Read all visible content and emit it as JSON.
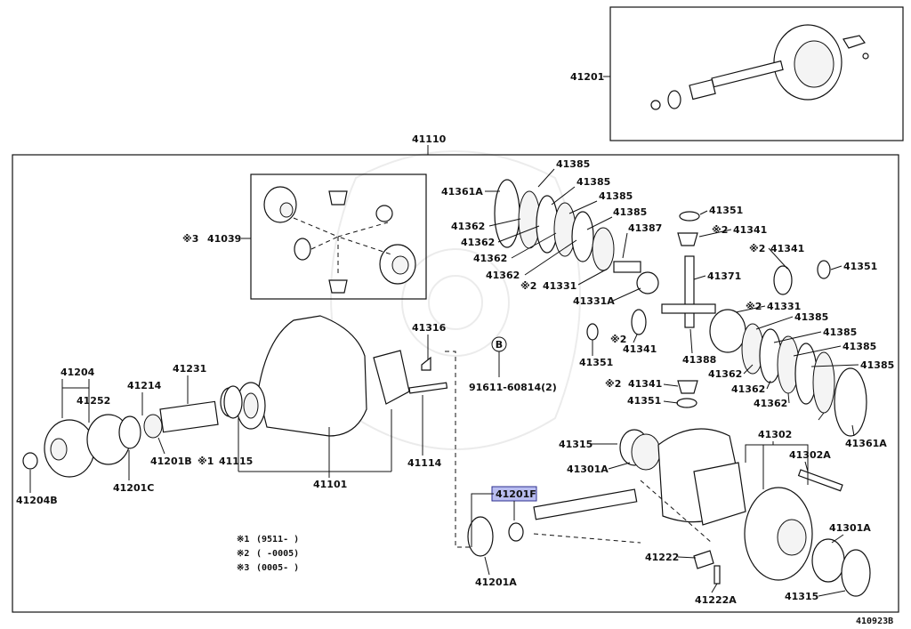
{
  "diagram_id": "410923B",
  "assembly": "41110",
  "highlighted_part": "41201F",
  "labels": {
    "p41201_top": "41201",
    "p41110": "41110",
    "p41039": "41039",
    "p41039_mark": "※3",
    "p41385_a": "41385",
    "p41385_b": "41385",
    "p41385_c": "41385",
    "p41385_d": "41385",
    "p41361A_a": "41361A",
    "p41362_a": "41362",
    "p41362_b": "41362",
    "p41362_c": "41362",
    "p41362_d": "41362",
    "p41387": "41387",
    "p41331_a": "41331",
    "p41331_a_mark": "※2",
    "p41331A": "41331A",
    "p41351_a": "41351",
    "p41341_a": "41341",
    "p41341_a_mark": "※2",
    "p41341_b": "41341",
    "p41341_b_mark": "※2",
    "p41351_b": "41351",
    "p41371": "41371",
    "p41331_b": "41331",
    "p41331_b_mark": "※2",
    "p41385_e": "41385",
    "p41385_f": "41385",
    "p41385_g": "41385",
    "p41385_h": "41385",
    "p41316": "41316",
    "p41351_c": "41351",
    "p41341_c": "41341",
    "p41341_c_mark": "※2",
    "p41388": "41388",
    "p41362_e": "41362",
    "p41362_f": "41362",
    "p41362_g": "41362",
    "p41341_d": "41341",
    "p41341_d_mark": "※2",
    "p41351_d": "41351",
    "p41361A_b": "41361A",
    "bolt_ref_letter": "B",
    "bolt_ref": "91611-60814(2)",
    "p41204": "41204",
    "p41252": "41252",
    "p41214": "41214",
    "p41231": "41231",
    "p41204B": "41204B",
    "p41201C": "41201C",
    "p41201B": "41201B",
    "p41115": "41115",
    "p41115_mark": "※1",
    "p41101": "41101",
    "p41114": "41114",
    "p41315_a": "41315",
    "p41301A_a": "41301A",
    "p41302": "41302",
    "p41302A": "41302A",
    "p41201F": "41201F",
    "p41201A": "41201A",
    "p41222": "41222",
    "p41222A": "41222A",
    "p41301A_b": "41301A",
    "p41315_b": "41315"
  },
  "notes": [
    {
      "mark": "※1",
      "text": "(9511-     )"
    },
    {
      "mark": "※2",
      "text": "(     -0005)"
    },
    {
      "mark": "※3",
      "text": "(0005-     )"
    }
  ]
}
